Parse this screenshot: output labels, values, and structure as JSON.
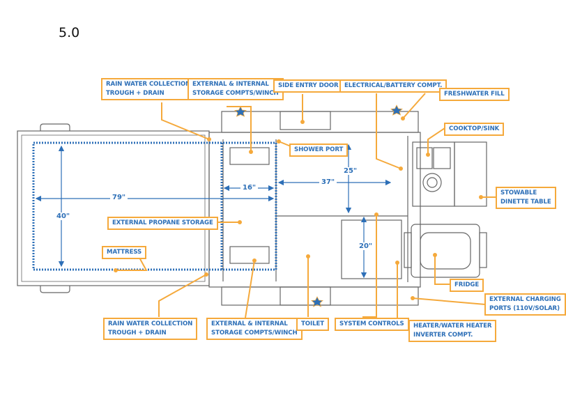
{
  "title": "5.0",
  "labels": {
    "rain_top": [
      "RAIN WATER COLLECTION",
      "TROUGH + DRAIN"
    ],
    "storage_top": [
      "EXTERNAL & INTERNAL",
      "STORAGE COMPTS/WINCH"
    ],
    "side_door": "SIDE ENTRY DOOR",
    "electrical": "ELECTRICAL/BATTERY COMPT.",
    "freshwater": "FRESHWATER FILL",
    "cooktop": "COOKTOP/SINK",
    "shower": "SHOWER PORT",
    "dinette": [
      "STOWABLE",
      "DINETTE TABLE"
    ],
    "propane": "EXTERNAL PROPANE STORAGE",
    "mattress": "MATTRESS",
    "fridge": "FRIDGE",
    "charging": [
      "EXTERNAL CHARGING",
      "PORTS (110V/SOLAR)"
    ],
    "rain_bottom": [
      "RAIN WATER COLLECTION",
      "TROUGH + DRAIN"
    ],
    "storage_bottom": [
      "EXTERNAL & INTERNAL",
      "STORAGE COMPTS/WINCH"
    ],
    "toilet": "TOILET",
    "system": "SYSTEM CONTROLS",
    "heater": [
      "HEATER/WATER HEATER",
      "INVERTER COMPT."
    ]
  },
  "dimensions": {
    "length": "79\"",
    "width": "40\"",
    "d16": "16\"",
    "d37": "37\"",
    "d25": "25\"",
    "d20": "20\""
  },
  "colors": {
    "accent": "#f5a93b",
    "label_text": "#2d6fb7",
    "line": "#555555"
  }
}
